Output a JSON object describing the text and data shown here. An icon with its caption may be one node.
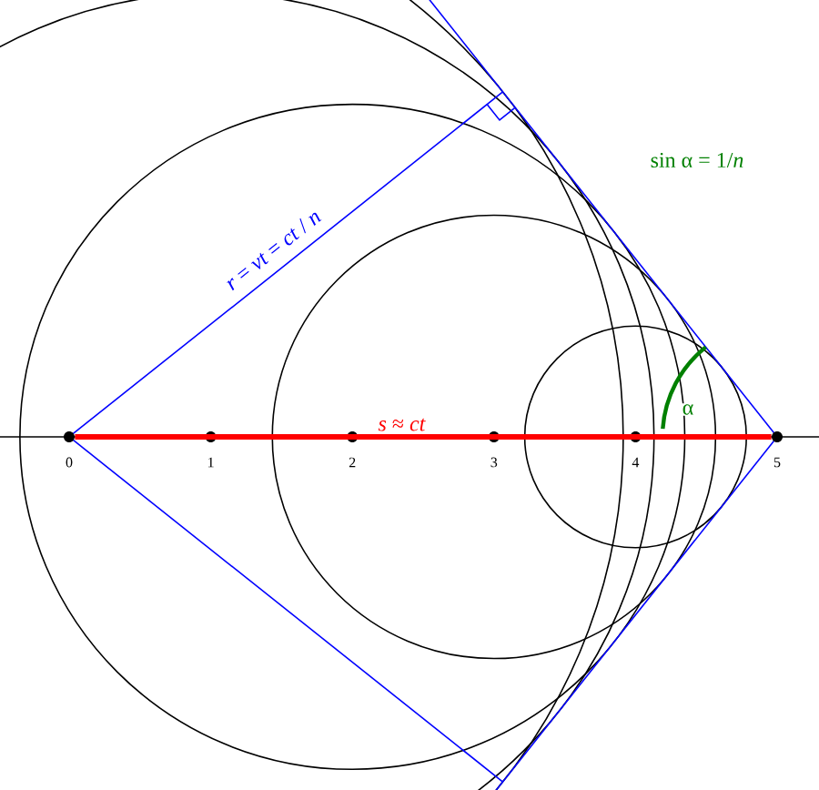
{
  "diagram": {
    "nodes": [
      {
        "text": [],
        "shape": "circle",
        "beside": [
          "0"
        ]
      },
      {
        "text": [],
        "shape": "circle",
        "beside": [
          "1"
        ]
      },
      {
        "text": [],
        "shape": "circle",
        "beside": [
          "2"
        ]
      },
      {
        "text": [],
        "shape": "circle",
        "beside": [
          "3"
        ]
      },
      {
        "text": [],
        "shape": "circle",
        "beside": [
          "4"
        ]
      },
      {
        "text": [],
        "shape": "circle",
        "beside": [
          "5"
        ]
      }
    ],
    "edges": [
      {
        "from": 0,
        "to": 5,
        "arrow": "none",
        "label": "*s* ≈ *ct*",
        "color": "#ff0000"
      }
    ],
    "labels": [
      "*r* = *vt* = *ct* / *n*",
      "sin α = 1/*n*",
      "α"
    ]
  }
}
